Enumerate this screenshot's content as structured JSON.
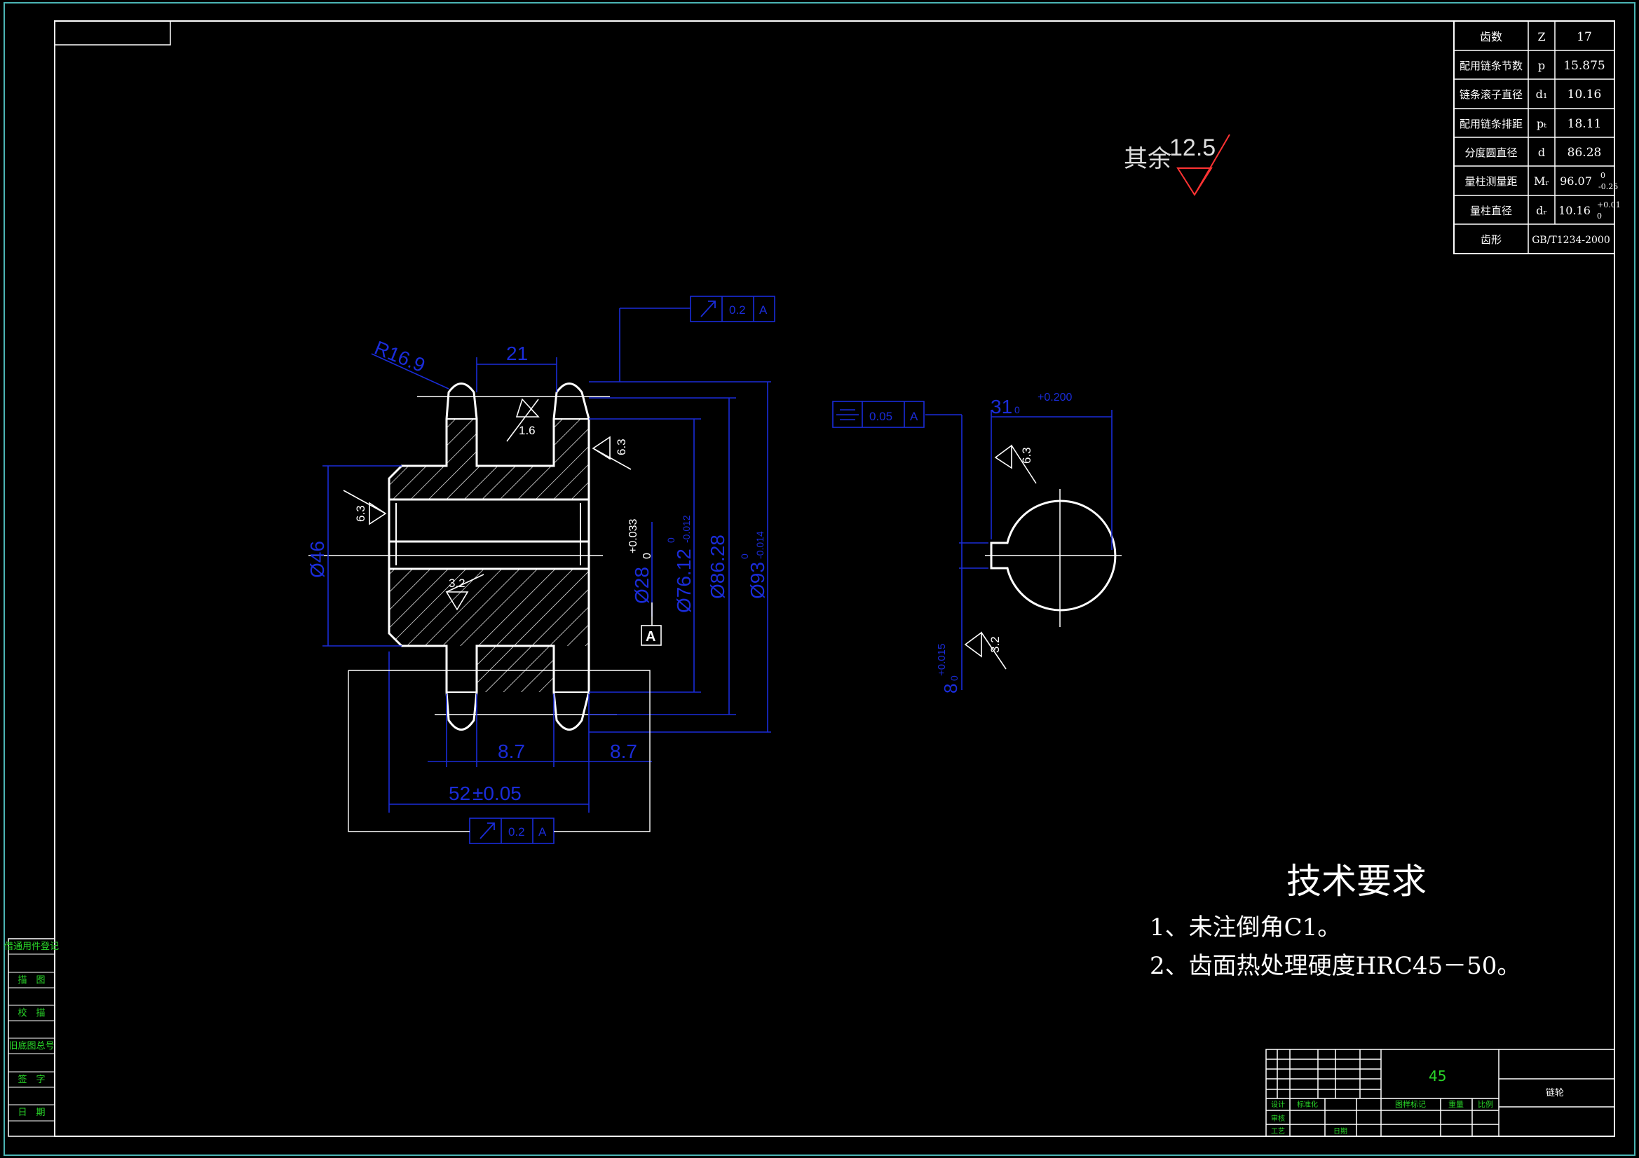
{
  "colors": {
    "background": "#000000",
    "frame": "#4bb4b4",
    "outline": "#ffffff",
    "dimension": "#1a2cd9",
    "hatch": "#ffffff",
    "roughness": "#ff3333",
    "sidebar_text": "#29d629"
  },
  "param_table": [
    {
      "name": "齿数",
      "sym": "Z",
      "val": "17"
    },
    {
      "name": "配用链条节数",
      "sym": "p",
      "val": "15.875"
    },
    {
      "name": "链条滚子直径",
      "sym": "d₁",
      "val": "10.16"
    },
    {
      "name": "配用链条排距",
      "sym": "pₜ",
      "val": "18.11"
    },
    {
      "name": "分度圆直径",
      "sym": "d",
      "val": "86.28"
    },
    {
      "name": "量柱测量距",
      "sym": "Mᵣ",
      "val": "96.07",
      "tol_up": "0",
      "tol_low": "-0.25"
    },
    {
      "name": "量柱直径",
      "sym": "dᵣ",
      "val": "10.16",
      "tol_up": "+0.01",
      "tol_low": "0"
    },
    {
      "name": "齿形",
      "sym": "",
      "val": "GB/T1234-2000"
    }
  ],
  "roughness_note": {
    "prefix": "其余",
    "value": "12.5"
  },
  "tech_req": {
    "title": "技术要求",
    "items": [
      "1、未注倒角C1。",
      "2、齿面热处理硬度HRC45－50。"
    ]
  },
  "sidebar": [
    "借通用件登记",
    "描　图",
    "校　描",
    "旧底图总号",
    "签　字",
    "日　期"
  ],
  "title_block": {
    "material": "45",
    "name": "链轮",
    "headers": [
      "图样标记",
      "重量",
      "比例"
    ],
    "row_labels": [
      "设计",
      "标准化",
      "审核",
      "工艺",
      "日期"
    ]
  },
  "dims_main": {
    "width_top": "21",
    "radius": "R16.9",
    "bore": "Ø28",
    "bore_tol_up": "+0.033",
    "bore_tol_low": "0",
    "root": "Ø76.12",
    "root_tol_up": "0",
    "root_tol_low": "-0.012",
    "pitch": "Ø86.28",
    "tip": "Ø93",
    "tip_tol_up": "0",
    "tip_tol_low": "-0.014",
    "hub": "Ø46",
    "tooth_w1": "8.7",
    "tooth_w2": "8.7",
    "total": "52",
    "total_tol": "±0.05",
    "ra1": "1.6",
    "ra2": "6.3",
    "ra3": "6.3",
    "ra4": "3.2",
    "datum": "A",
    "runout_top": "0.2",
    "runout_bottom": "0.2",
    "datum_ref": "A"
  },
  "dims_side": {
    "sym_tol": "0.05",
    "datum_ref": "A",
    "key_h": "31",
    "key_h_tol": "+0.200",
    "key_h_low": "0",
    "key_w": "8",
    "key_w_tol": "+0.015",
    "key_w_low": "0",
    "ra1": "6.3",
    "ra2": "3.2"
  }
}
